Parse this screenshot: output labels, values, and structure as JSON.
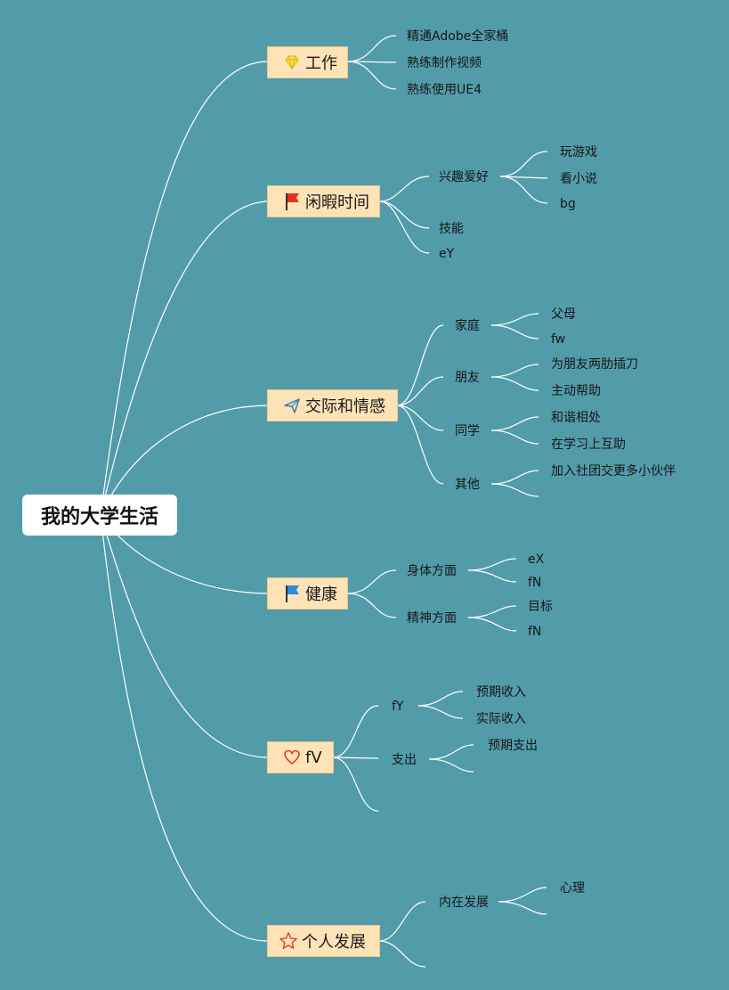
{
  "root": {
    "label": "我的大学生活"
  },
  "branches": [
    {
      "label": "工作",
      "icon": "diamond-icon",
      "children": [
        "精通Adobe全家桶",
        "熟练制作视频",
        "熟练使用UE4"
      ]
    },
    {
      "label": "闲暇时间",
      "icon": "red-flag-icon",
      "children": [
        {
          "label": "兴趣爱好",
          "children": [
            "玩游戏",
            "看小说",
            "bg"
          ]
        },
        "技能",
        "eY"
      ]
    },
    {
      "label": "交际和情感",
      "icon": "paper-plane-icon",
      "children": [
        {
          "label": "家庭",
          "children": [
            "父母",
            "fw"
          ]
        },
        {
          "label": "朋友",
          "children": [
            "为朋友两肋插刀",
            "主动帮助"
          ]
        },
        {
          "label": "同学",
          "children": [
            "和谐相处",
            "在学习上互助"
          ]
        },
        {
          "label": "其他",
          "children": [
            "加入社团交更多小伙伴",
            ""
          ]
        }
      ]
    },
    {
      "label": "健康",
      "icon": "blue-flag-icon",
      "children": [
        {
          "label": "身体方面",
          "children": [
            "eX",
            "fN"
          ]
        },
        {
          "label": "精神方面",
          "children": [
            "目标",
            "fN"
          ]
        }
      ]
    },
    {
      "label": "fV",
      "icon": "heart-icon",
      "children": [
        {
          "label": "fY",
          "children": [
            "预期收入",
            "实际收入"
          ]
        },
        {
          "label": "支出",
          "children": [
            "预期支出",
            ""
          ]
        },
        ""
      ]
    },
    {
      "label": "个人发展",
      "icon": "star-icon",
      "children": [
        {
          "label": "内在发展",
          "children": [
            "心理",
            ""
          ]
        },
        ""
      ]
    }
  ],
  "colors": {
    "background": "#529ca9",
    "branch_fill": "#fde3b6",
    "line": "#ffffff"
  }
}
